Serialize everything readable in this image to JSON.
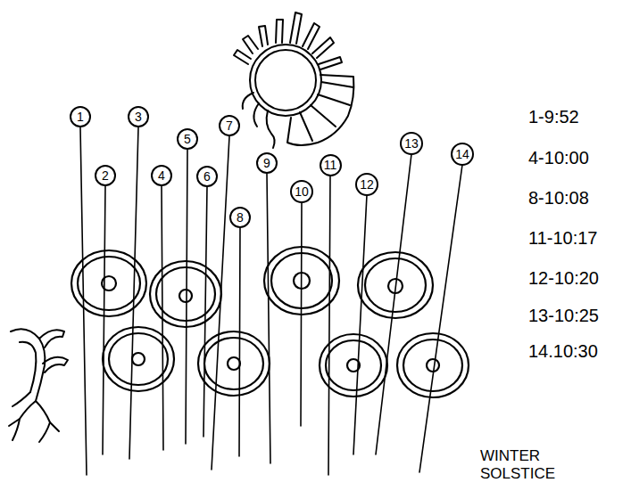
{
  "diagram": {
    "nodes": [
      {
        "text": [
          "1"
        ]
      },
      {
        "text": [
          "2"
        ]
      },
      {
        "text": [
          "3"
        ]
      },
      {
        "text": [
          "4"
        ]
      },
      {
        "text": [
          "5"
        ]
      },
      {
        "text": [
          "6"
        ]
      },
      {
        "text": [
          "7"
        ]
      },
      {
        "text": [
          "8"
        ]
      },
      {
        "text": [
          "9"
        ]
      },
      {
        "text": [
          "10"
        ]
      },
      {
        "text": [
          "11"
        ]
      },
      {
        "text": [
          "12"
        ]
      },
      {
        "text": [
          "13"
        ]
      },
      {
        "text": [
          "14"
        ]
      }
    ],
    "labels": [
      "1-9:52",
      "4-10:00",
      "8-10:08",
      "11-10:17",
      "12-10:20",
      "13-10:25",
      "14.10:30",
      "WINTER SOLSTICE"
    ]
  }
}
